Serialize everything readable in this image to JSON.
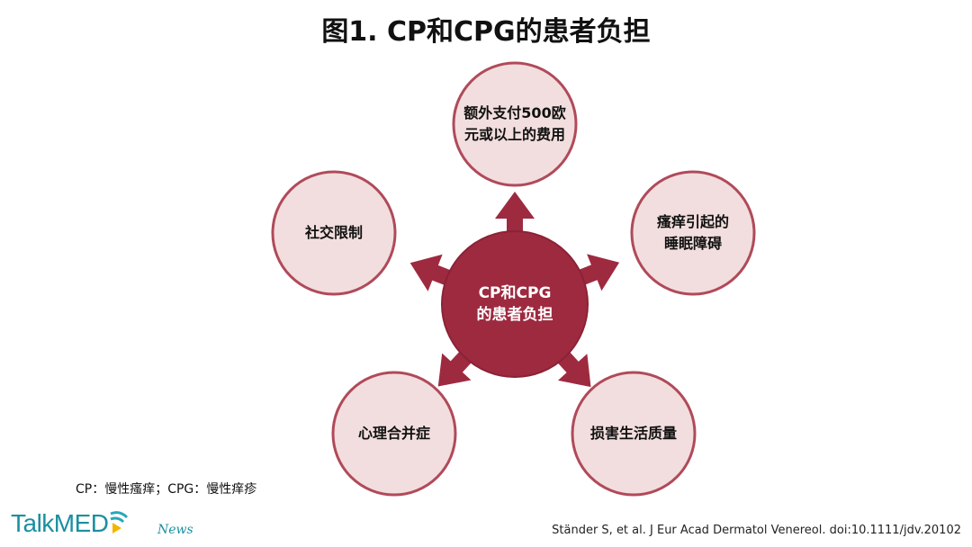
{
  "title": "图1. CP和CPG的患者负担",
  "center": {
    "label": "CP和CPG\n的患者负担",
    "color": "#9e2a40"
  },
  "nodes": [
    {
      "label": "额外支付500欧\n元或以上的费用"
    },
    {
      "label": "瘙痒引起的\n睡眠障碍"
    },
    {
      "label": "损害生活质量"
    },
    {
      "label": "心理合并症"
    },
    {
      "label": "社交限制"
    }
  ],
  "node_style": {
    "fill": "#f2dede",
    "stroke": "#b04a5a"
  },
  "footnote": "CP：慢性瘙痒；CPG：慢性痒疹",
  "logo": {
    "text": "TalkMED",
    "subtitle": "News",
    "color": "#1a8fa0"
  },
  "citation": "Ständer S, et al. J Eur Acad Dermatol Venereol. doi:10.1111/jdv.20102"
}
